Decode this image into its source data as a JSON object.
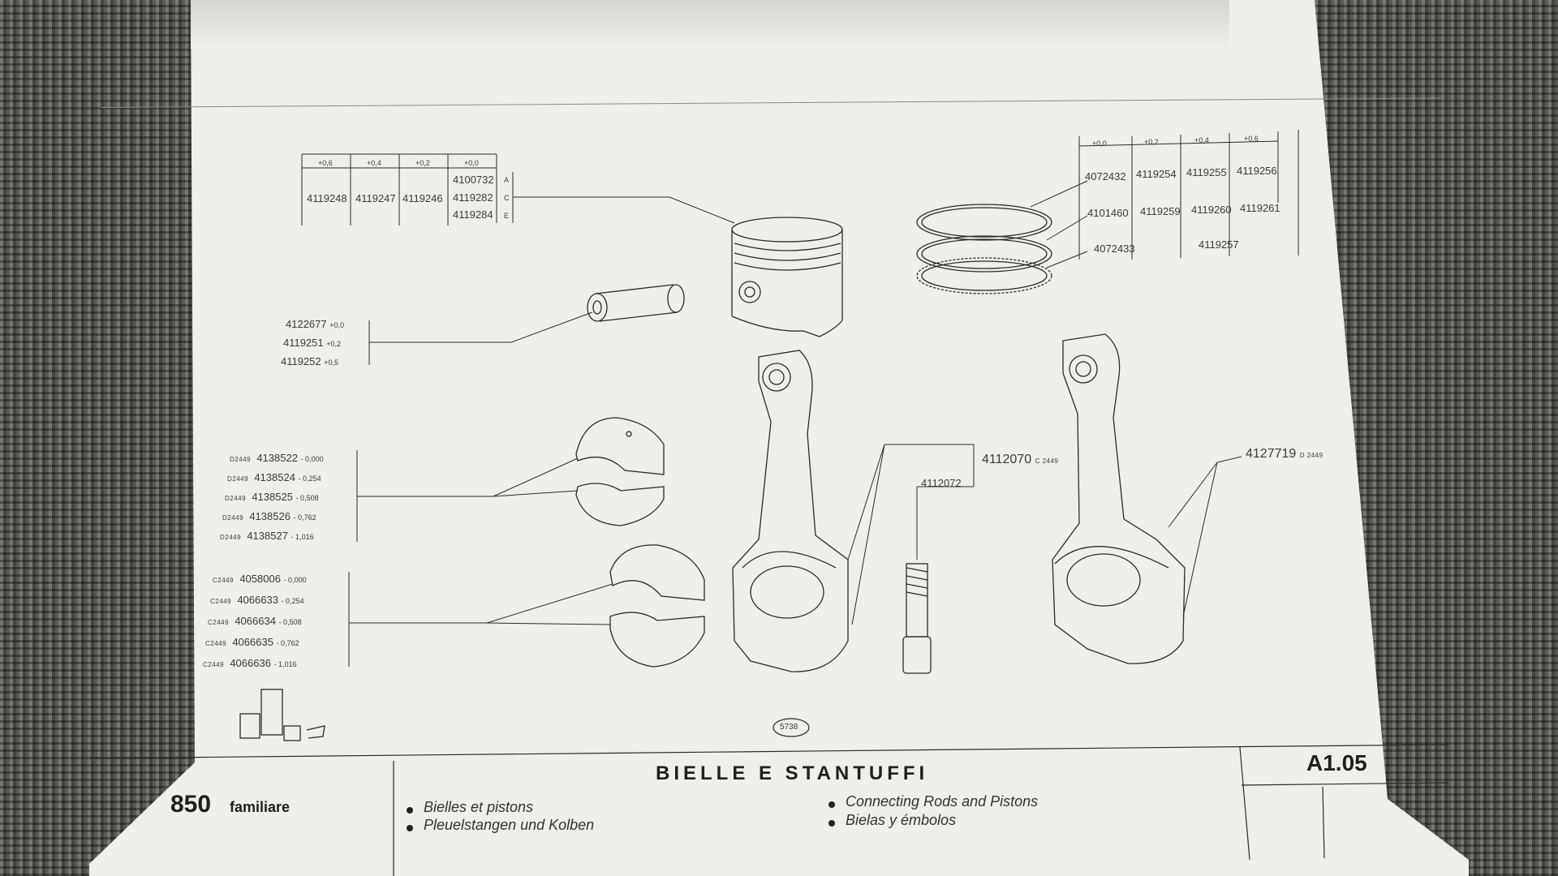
{
  "top_left_table": {
    "headers": [
      "+0,6",
      "+0,4",
      "+0,2",
      "+0,0"
    ],
    "oversize_parts": [
      "4119248",
      "4119247",
      "4119246"
    ],
    "std_parts": [
      "4100732",
      "4119282",
      "4119284"
    ],
    "grades": [
      "A",
      "C",
      "E"
    ]
  },
  "top_right_table": {
    "headers": [
      "+0,0",
      "+0,2",
      "+0,4",
      "+0,6"
    ],
    "rows": [
      [
        "4072432",
        "4119254",
        "4119255",
        "4119256"
      ],
      [
        "4101460",
        "4119259",
        "4119260",
        "4119261"
      ],
      [
        "4072433",
        "",
        "4119257",
        ""
      ]
    ]
  },
  "pin_group": [
    {
      "part": "4122677",
      "size": "+0,0"
    },
    {
      "part": "4119251",
      "size": "+0,2"
    },
    {
      "part": "4119252",
      "size": "+0,5"
    }
  ],
  "bearing_group_1": [
    {
      "code": "D2449",
      "part": "4138522",
      "size": "- 0,000"
    },
    {
      "code": "D2449",
      "part": "4138524",
      "size": "- 0,254"
    },
    {
      "code": "D2449",
      "part": "4138525",
      "size": "- 0,508"
    },
    {
      "code": "D2449",
      "part": "4138526",
      "size": "- 0,762"
    },
    {
      "code": "D2449",
      "part": "4138527",
      "size": "- 1,016"
    }
  ],
  "bearing_group_2": [
    {
      "code": "C2449",
      "part": "4058006",
      "size": "- 0,000"
    },
    {
      "code": "C2449",
      "part": "4066633",
      "size": "- 0,254"
    },
    {
      "code": "C2449",
      "part": "4066634",
      "size": "- 0,508"
    },
    {
      "code": "C2449",
      "part": "4066635",
      "size": "- 0,762"
    },
    {
      "code": "C2449",
      "part": "4066636",
      "size": "- 1,016"
    }
  ],
  "callouts": {
    "rod_c": {
      "part": "4112070",
      "code": "C 2449"
    },
    "bolt": {
      "part": "4112072"
    },
    "rod_d": {
      "part": "4127719",
      "code": "D 2449"
    }
  },
  "drawing_number": "5738",
  "footer": {
    "model": "850",
    "model_sub": "familiare",
    "title": "BIELLE E STANTUFFI",
    "code": "A1.05",
    "translations": [
      "Bielles et pistons",
      "Pleuelstangen und Kolben",
      "Connecting Rods and Pistons",
      "Bielas y émbolos"
    ]
  }
}
